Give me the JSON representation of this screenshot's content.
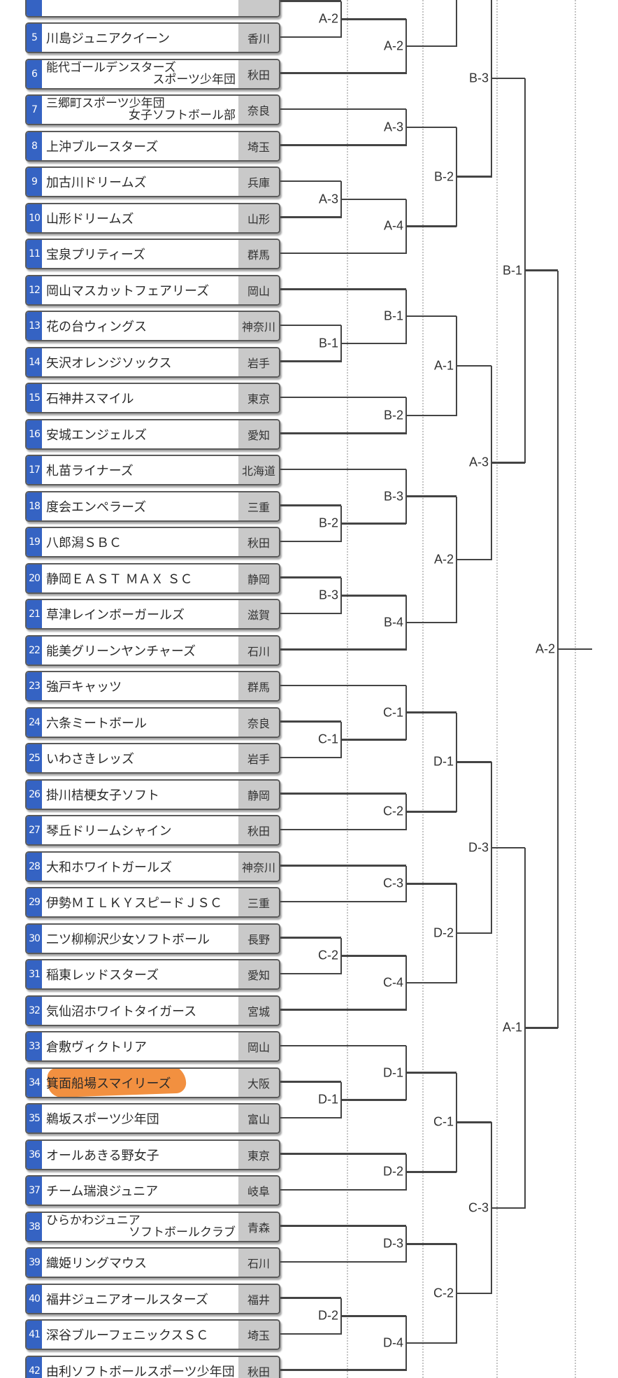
{
  "highlighted_team": 34,
  "colors": {
    "number_tab": "#3563c3",
    "pref_cell": "#c9c9c9",
    "highlight": "#f07d1e",
    "line": "#444444"
  },
  "teams": [
    {
      "no": "5",
      "lines": [
        "川島ジュニアクイーン"
      ],
      "pref": "香川"
    },
    {
      "no": "6",
      "lines": [
        "能代ゴールデンスターズ",
        "スポーツ少年団"
      ],
      "pref": "秋田"
    },
    {
      "no": "7",
      "lines": [
        "三郷町スポーツ少年団",
        "女子ソフトボール部"
      ],
      "pref": "奈良"
    },
    {
      "no": "8",
      "lines": [
        "上沖ブルースターズ"
      ],
      "pref": "埼玉"
    },
    {
      "no": "9",
      "lines": [
        "加古川ドリームズ"
      ],
      "pref": "兵庫"
    },
    {
      "no": "10",
      "lines": [
        "山形ドリームズ"
      ],
      "pref": "山形"
    },
    {
      "no": "11",
      "lines": [
        "宝泉プリティーズ"
      ],
      "pref": "群馬"
    },
    {
      "no": "12",
      "lines": [
        "岡山マスカットフェアリーズ"
      ],
      "pref": "岡山"
    },
    {
      "no": "13",
      "lines": [
        "花の台ウィングス"
      ],
      "pref": "神奈川"
    },
    {
      "no": "14",
      "lines": [
        "矢沢オレンジソックス"
      ],
      "pref": "岩手"
    },
    {
      "no": "15",
      "lines": [
        "石神井スマイル"
      ],
      "pref": "東京"
    },
    {
      "no": "16",
      "lines": [
        "安城エンジェルズ"
      ],
      "pref": "愛知"
    },
    {
      "no": "17",
      "lines": [
        "札苗ライナーズ"
      ],
      "pref": "北海道"
    },
    {
      "no": "18",
      "lines": [
        "度会エンペラーズ"
      ],
      "pref": "三重"
    },
    {
      "no": "19",
      "lines": [
        "八郎潟ＳＢＣ"
      ],
      "pref": "秋田"
    },
    {
      "no": "20",
      "lines": [
        "静岡ＥＡＳＴ ＭＡＸ ＳＣ"
      ],
      "pref": "静岡"
    },
    {
      "no": "21",
      "lines": [
        "草津レインボーガールズ"
      ],
      "pref": "滋賀"
    },
    {
      "no": "22",
      "lines": [
        "能美グリーンヤンチャーズ"
      ],
      "pref": "石川"
    },
    {
      "no": "23",
      "lines": [
        "強戸キャッツ"
      ],
      "pref": "群馬"
    },
    {
      "no": "24",
      "lines": [
        "六条ミートボール"
      ],
      "pref": "奈良"
    },
    {
      "no": "25",
      "lines": [
        "いわさきレッズ"
      ],
      "pref": "岩手"
    },
    {
      "no": "26",
      "lines": [
        "掛川桔梗女子ソフト"
      ],
      "pref": "静岡"
    },
    {
      "no": "27",
      "lines": [
        "琴丘ドリームシャイン"
      ],
      "pref": "秋田"
    },
    {
      "no": "28",
      "lines": [
        "大和ホワイトガールズ"
      ],
      "pref": "神奈川"
    },
    {
      "no": "29",
      "lines": [
        "伊勢ＭＩＬＫＹスピードＪＳＣ"
      ],
      "pref": "三重"
    },
    {
      "no": "30",
      "lines": [
        "二ツ柳柳沢少女ソフトボール"
      ],
      "pref": "長野"
    },
    {
      "no": "31",
      "lines": [
        "稲東レッドスターズ"
      ],
      "pref": "愛知"
    },
    {
      "no": "32",
      "lines": [
        "気仙沼ホワイトタイガース"
      ],
      "pref": "宮城"
    },
    {
      "no": "33",
      "lines": [
        "倉敷ヴィクトリア"
      ],
      "pref": "岡山"
    },
    {
      "no": "34",
      "lines": [
        "箕面船場スマイリーズ"
      ],
      "pref": "大阪"
    },
    {
      "no": "35",
      "lines": [
        "鵜坂スポーツ少年団"
      ],
      "pref": "富山"
    },
    {
      "no": "36",
      "lines": [
        "オールあきる野女子"
      ],
      "pref": "東京"
    },
    {
      "no": "37",
      "lines": [
        "チーム瑞浪ジュニア"
      ],
      "pref": "岐阜"
    },
    {
      "no": "38",
      "lines": [
        "ひらかわジュニア",
        "ソフトボールクラブ"
      ],
      "pref": "青森"
    },
    {
      "no": "39",
      "lines": [
        "織姫リングマウス"
      ],
      "pref": "石川"
    },
    {
      "no": "40",
      "lines": [
        "福井ジュニアオールスターズ"
      ],
      "pref": "福井"
    },
    {
      "no": "41",
      "lines": [
        "深谷ブルーフェニックスＳＣ"
      ],
      "pref": "埼玉"
    },
    {
      "no": "42",
      "lines": [
        "由利ソフトボールスポーツ少年団"
      ],
      "pref": "秋田"
    }
  ],
  "bracket": {
    "label": "A-2",
    "children": [
      {
        "label": "B-1",
        "children": [
          {
            "label": "B-3",
            "children": [
              {
                "children": [
                  {
                    "ghost": true
                  },
                  {
                    "label": "A-2",
                    "children": [
                      {
                        "label": "A-2",
                        "children": [
                          {
                            "team": 4
                          },
                          {
                            "team": 5
                          }
                        ]
                      },
                      {
                        "team": 6
                      }
                    ]
                  }
                ]
              },
              {
                "label": "B-2",
                "children": [
                  {
                    "label": "A-3",
                    "children": [
                      {
                        "team": 7
                      },
                      {
                        "team": 8
                      }
                    ]
                  },
                  {
                    "label": "A-4",
                    "children": [
                      {
                        "label": "A-3",
                        "children": [
                          {
                            "team": 9
                          },
                          {
                            "team": 10
                          }
                        ]
                      },
                      {
                        "team": 11
                      }
                    ]
                  }
                ]
              }
            ]
          },
          {
            "label": "A-3",
            "children": [
              {
                "label": "A-1",
                "children": [
                  {
                    "label": "B-1",
                    "children": [
                      {
                        "team": 12
                      },
                      {
                        "label": "B-1",
                        "children": [
                          {
                            "team": 13
                          },
                          {
                            "team": 14
                          }
                        ]
                      }
                    ]
                  },
                  {
                    "label": "B-2",
                    "children": [
                      {
                        "team": 15
                      },
                      {
                        "team": 16
                      }
                    ]
                  }
                ]
              },
              {
                "label": "A-2",
                "children": [
                  {
                    "label": "B-3",
                    "children": [
                      {
                        "team": 17
                      },
                      {
                        "label": "B-2",
                        "children": [
                          {
                            "team": 18
                          },
                          {
                            "team": 19
                          }
                        ]
                      }
                    ]
                  },
                  {
                    "label": "B-4",
                    "children": [
                      {
                        "label": "B-3",
                        "children": [
                          {
                            "team": 20
                          },
                          {
                            "team": 21
                          }
                        ]
                      },
                      {
                        "team": 22
                      }
                    ]
                  }
                ]
              }
            ]
          }
        ]
      },
      {
        "label": "A-1",
        "children": [
          {
            "label": "D-3",
            "children": [
              {
                "label": "D-1",
                "children": [
                  {
                    "label": "C-1",
                    "children": [
                      {
                        "team": 23
                      },
                      {
                        "label": "C-1",
                        "children": [
                          {
                            "team": 24
                          },
                          {
                            "team": 25
                          }
                        ]
                      }
                    ]
                  },
                  {
                    "label": "C-2",
                    "children": [
                      {
                        "team": 26
                      },
                      {
                        "team": 27
                      }
                    ]
                  }
                ]
              },
              {
                "label": "D-2",
                "children": [
                  {
                    "label": "C-3",
                    "children": [
                      {
                        "team": 28
                      },
                      {
                        "team": 29
                      }
                    ]
                  },
                  {
                    "label": "C-4",
                    "children": [
                      {
                        "label": "C-2",
                        "children": [
                          {
                            "team": 30
                          },
                          {
                            "team": 31
                          }
                        ]
                      },
                      {
                        "team": 32
                      }
                    ]
                  }
                ]
              }
            ]
          },
          {
            "label": "C-3",
            "children": [
              {
                "label": "C-1",
                "children": [
                  {
                    "label": "D-1",
                    "children": [
                      {
                        "team": 33
                      },
                      {
                        "label": "D-1",
                        "children": [
                          {
                            "team": 34
                          },
                          {
                            "team": 35
                          }
                        ]
                      }
                    ]
                  },
                  {
                    "label": "D-2",
                    "children": [
                      {
                        "team": 36
                      },
                      {
                        "team": 37
                      }
                    ]
                  }
                ]
              },
              {
                "label": "C-2",
                "children": [
                  {
                    "label": "D-3",
                    "children": [
                      {
                        "team": 38
                      },
                      {
                        "team": 39
                      }
                    ]
                  },
                  {
                    "label": "D-4",
                    "children": [
                      {
                        "label": "D-2",
                        "children": [
                          {
                            "team": 40
                          },
                          {
                            "team": 41
                          }
                        ]
                      },
                      {
                        "team": 42
                      }
                    ]
                  }
                ]
              }
            ]
          }
        ]
      }
    ]
  }
}
